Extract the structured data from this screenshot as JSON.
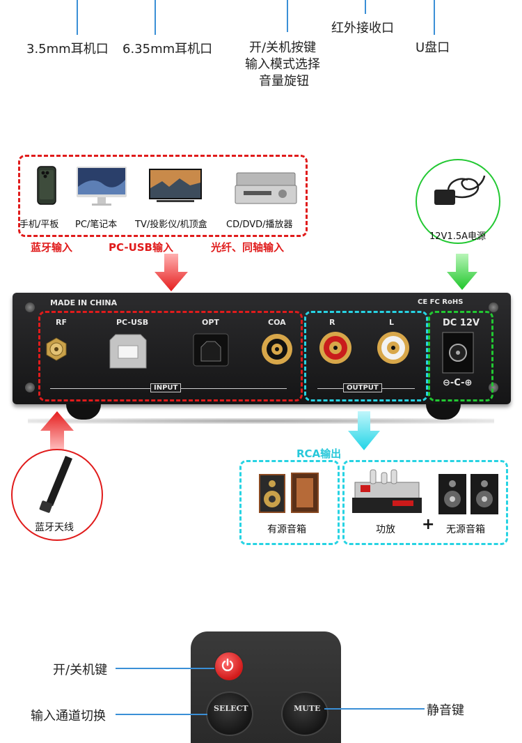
{
  "top_callouts": {
    "headphone_35": "3.5mm耳机口",
    "headphone_635": "6.35mm耳机口",
    "power_line1": "开/关机按键",
    "power_line2": "输入模式选择",
    "power_line3": "音量旋钮",
    "ir_receiver": "红外接收口",
    "usb_drive": "U盘口"
  },
  "sources": {
    "devices": [
      {
        "label": "手机/平板",
        "icon": "smartphone-icon"
      },
      {
        "label": "PC/笔记本",
        "icon": "desktop-computer-icon"
      },
      {
        "label": "TV/投影仪/机顶盒",
        "icon": "television-icon"
      },
      {
        "label": "CD/DVD/播放器",
        "icon": "cd-player-icon"
      }
    ],
    "input_types": {
      "bluetooth": "蓝牙输入",
      "pc_usb": "PC-USB输入",
      "optical_coax": "光纤、同轴输入"
    }
  },
  "power_adapter": {
    "label": "12V1.5A电源",
    "icon": "power-adapter-icon"
  },
  "panel": {
    "made_in": "MADE IN CHINA",
    "certs": "CE FC RoHS",
    "ports": {
      "rf": "RF",
      "pc_usb": "PC-USB",
      "opt": "OPT",
      "coa": "COA",
      "r": "R",
      "l": "L",
      "dc": "DC 12V"
    },
    "input_group": "INPUT",
    "output_group": "OUTPUT",
    "polarity_symbol": "⊖-C-⊕"
  },
  "antenna": {
    "label": "蓝牙天线",
    "icon": "antenna-icon"
  },
  "outputs": {
    "title": "RCA输出",
    "active_speakers": "有源音箱",
    "amplifier": "功放",
    "plus": "+",
    "passive_speakers": "无源音箱"
  },
  "remote": {
    "power_key": "开/关机键",
    "input_switch": "输入通道切换",
    "mute_key": "静音键",
    "select_btn": "SELECT",
    "mute_btn": "MUTE"
  },
  "colors": {
    "red": "#e01b1b",
    "cyan": "#27d3e3",
    "green": "#22c832",
    "callout_blue": "#3a8fd6"
  }
}
